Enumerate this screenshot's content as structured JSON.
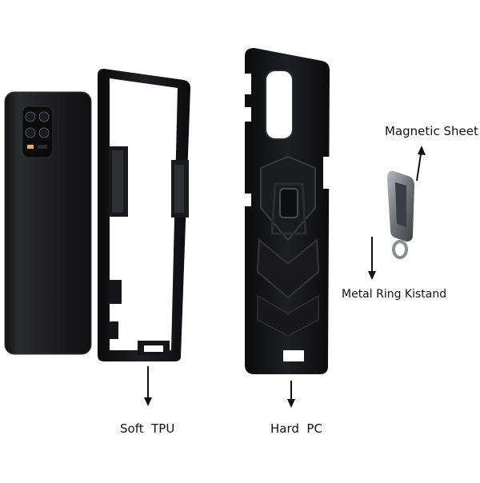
{
  "labels": {
    "magnetic_sheet": "Magnetic Sheet",
    "metal_ring": "Metal Ring Kistand",
    "soft_tpu": "Soft  TPU",
    "hard_pc": "Hard  PC"
  },
  "colors": {
    "phone_body": "#1f1f22",
    "case_black": "#141416",
    "case_highlight": "#3a3b40",
    "ring_gray": "#8a8d92",
    "arrow": "#111111",
    "background": "#ffffff"
  },
  "icons": [
    "arrow-down-icon",
    "arrow-up-icon"
  ]
}
